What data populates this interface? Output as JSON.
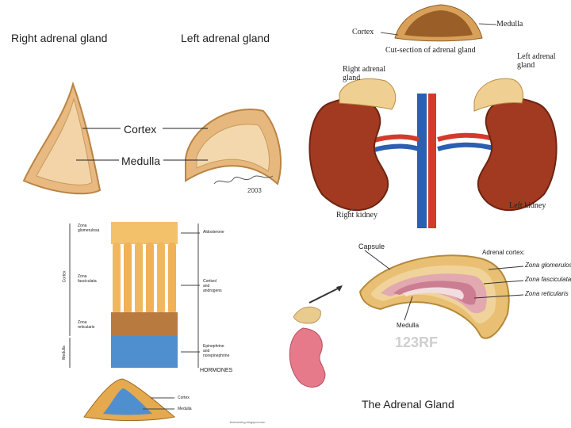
{
  "panel_glands": {
    "title_right": "Right adrenal gland",
    "title_left": "Left adrenal gland",
    "cortex": "Cortex",
    "medulla": "Medulla",
    "signature": "2003"
  },
  "panel_kidneys": {
    "cortex": "Cortex",
    "medulla": "Medulla",
    "cut_section": "Cut-section of adrenal gland",
    "right_adrenal": "Right adrenal\ngland",
    "left_adrenal": "Left adrenal\ngland",
    "right_kidney": "Right kidney",
    "left_kidney": "Left kidney"
  },
  "panel_histology": {
    "zona_glomerulosa": "Zona\nglomerulosa",
    "zona_fasciculata": "Zona\nfasciculata",
    "zona_reticularis": "Zona\nreticularis",
    "cortex_side": "Cortex",
    "medulla_side": "Medulla",
    "aldosterone": "Aldosterone",
    "cortisol": "Cortisol\nand\nandrogens",
    "epinephrine": "Epinephrine\nand\nnorepinephrine",
    "hormones": "HORMONES",
    "cortex_small": "Cortex",
    "medulla_small": "Medulla",
    "source": "bioforesing.blogspot.com"
  },
  "panel_cross": {
    "capsule": "Capsule",
    "adrenal_cortex": "Adrenal cortex:",
    "zona_glomerulosa": "Zona glomerulosa",
    "zona_fasciculata": "Zona fasciculata",
    "zona_reticularis": "Zona reticularis",
    "medulla": "Medulla",
    "watermark": "123RF",
    "title": "The Adrenal Gland"
  }
}
